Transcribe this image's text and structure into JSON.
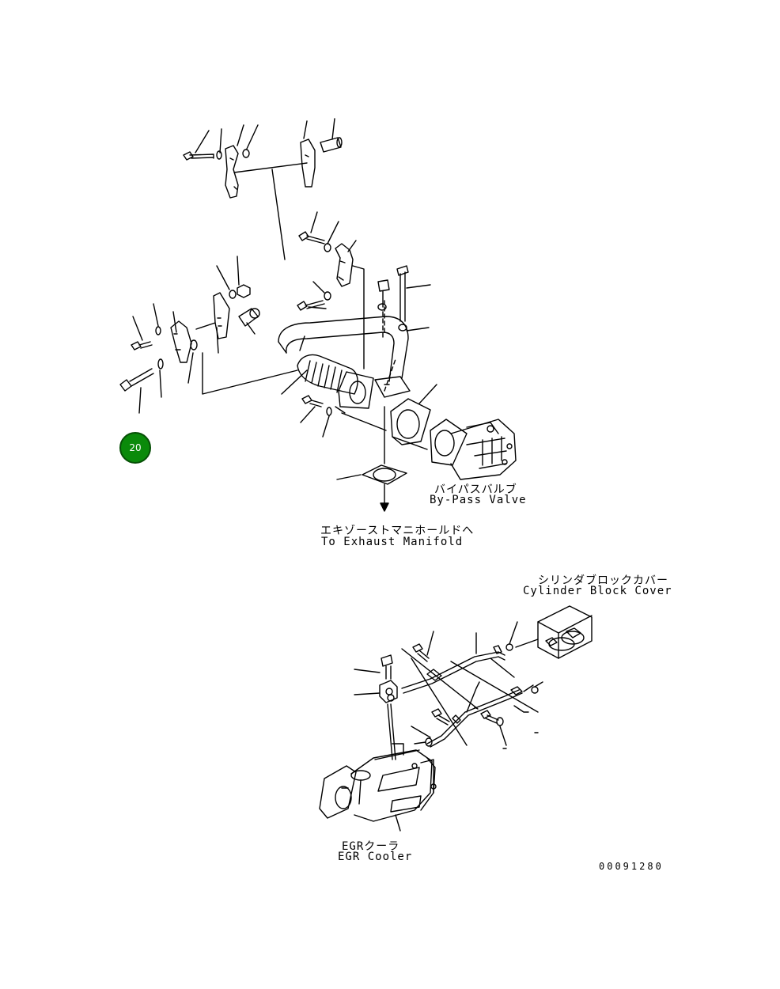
{
  "callout_badge": {
    "number": "20",
    "color": "#0a8a0a"
  },
  "labels": {
    "bypass_valve_jp": "バイパスバルブ",
    "bypass_valve_en": "By-Pass Valve",
    "exhaust_manifold_jp": "エキゾーストマニホールドへ",
    "exhaust_manifold_en": "To Exhaust Manifold",
    "cylinder_block_cover_jp": "シリンダブロックカバー",
    "cylinder_block_cover_en": "Cylinder Block Cover",
    "egr_cooler_jp": "EGRクーラ",
    "egr_cooler_en": "EGR Cooler"
  },
  "drawing_number": "00091280"
}
